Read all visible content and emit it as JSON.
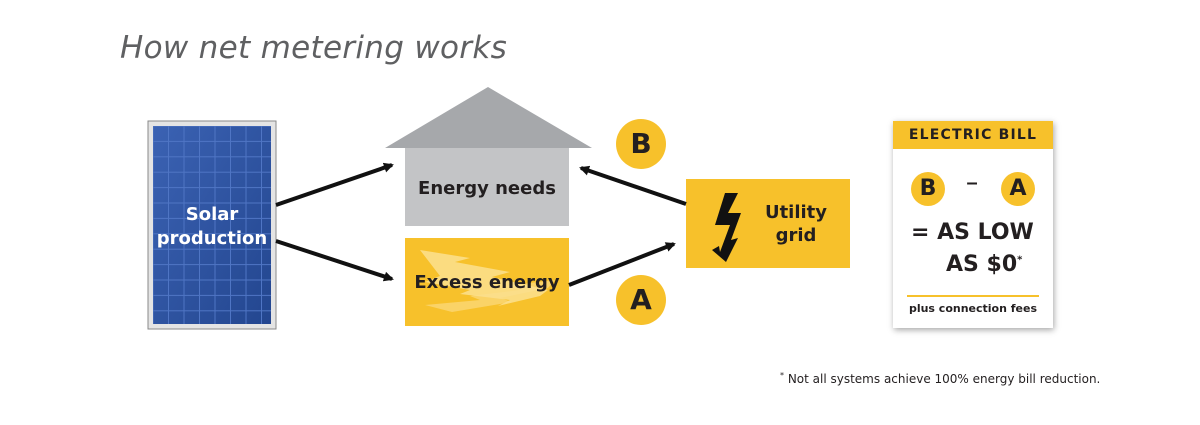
{
  "title": "How net metering works",
  "nodes": {
    "solar": "Solar production",
    "energy_needs": "Energy needs",
    "excess_energy": "Excess energy",
    "utility_grid": "Utility grid"
  },
  "markers": {
    "a": "A",
    "b": "B"
  },
  "bill": {
    "header": "ELECTRIC BILL",
    "left": "B",
    "operator": "–",
    "right": "A",
    "result_line1": "= AS LOW",
    "result_line2": "AS $0",
    "result_mark": "*",
    "fees": "plus connection fees"
  },
  "footnote_mark": "*",
  "footnote": " Not all systems achieve 100% energy bill reduction.",
  "colors": {
    "yellow": "#f7c12b",
    "panel_blue": "#2f56a6",
    "gray": "#c3c4c6",
    "roof": "#a6a8ab"
  },
  "icons": {
    "utility_grid": "lightning-bolt-icon"
  }
}
